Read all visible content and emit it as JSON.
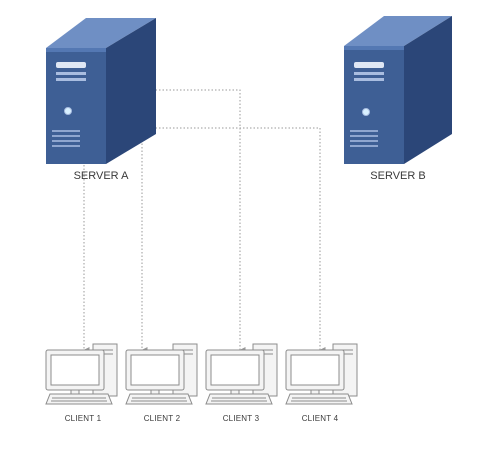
{
  "servers": [
    {
      "label": "SERVER A",
      "icon": "server-tower-icon"
    },
    {
      "label": "SERVER B",
      "icon": "server-tower-icon"
    }
  ],
  "clients": [
    {
      "label": "CLIENT 1",
      "icon": "desktop-computer-icon"
    },
    {
      "label": "CLIENT 2",
      "icon": "desktop-computer-icon"
    },
    {
      "label": "CLIENT 3",
      "icon": "desktop-computer-icon"
    },
    {
      "label": "CLIENT 4",
      "icon": "desktop-computer-icon"
    }
  ],
  "connections": [
    {
      "from": "SERVER A",
      "to": "CLIENT 1",
      "style": "dotted"
    },
    {
      "from": "SERVER A",
      "to": "CLIENT 2",
      "style": "dotted"
    },
    {
      "from": "SERVER A",
      "to": "CLIENT 3",
      "style": "dotted"
    },
    {
      "from": "SERVER A",
      "to": "CLIENT 4",
      "style": "dotted"
    }
  ],
  "colors": {
    "server_front": "#3e5f95",
    "server_side": "#2b4678",
    "server_top": "#6f8fc4",
    "client_outline": "#8c8c8c",
    "client_fill": "#f4f4f4",
    "connector": "#9a9a9a"
  }
}
